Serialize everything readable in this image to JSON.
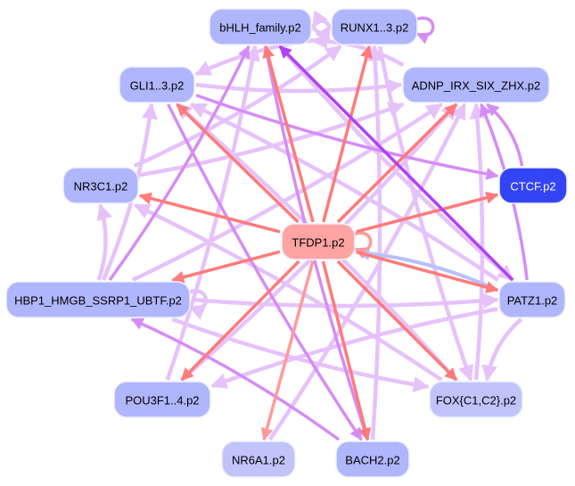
{
  "graph": {
    "type": "directed-network",
    "colors": {
      "node_default": "#b0b6fb",
      "node_light": "#c0c4fb",
      "node_dark": "#3344f5",
      "node_center": "#ffa3a3",
      "edge_red": "#ff7a7a",
      "edge_red_light": "#ff9a9a",
      "edge_purple_dark": "#b040f5",
      "edge_purple": "#d58cf7",
      "edge_lavender": "#e6c2fb",
      "edge_blue": "#b8c0f8",
      "text_dark": "#000000",
      "text_light": "#ffffff"
    },
    "nodes": [
      {
        "id": "bhlh",
        "label": "bHLH_family.p2",
        "fill": "node_default",
        "text": "text_dark"
      },
      {
        "id": "runx",
        "label": "RUNX1..3.p2",
        "fill": "node_default",
        "text": "text_dark"
      },
      {
        "id": "gli",
        "label": "GLI1..3.p2",
        "fill": "node_default",
        "text": "text_dark"
      },
      {
        "id": "adnp",
        "label": "ADNP_IRX_SIX_ZHX.p2",
        "fill": "node_default",
        "text": "text_dark"
      },
      {
        "id": "nr3c1",
        "label": "NR3C1.p2",
        "fill": "node_default",
        "text": "text_dark"
      },
      {
        "id": "ctcf",
        "label": "CTCF.p2",
        "fill": "node_dark",
        "text": "text_light"
      },
      {
        "id": "tfdp1",
        "label": "TFDP1.p2",
        "fill": "node_center",
        "text": "text_dark"
      },
      {
        "id": "hbp1",
        "label": "HBP1_HMGB_SSRP1_UBTF.p2",
        "fill": "node_default",
        "text": "text_dark"
      },
      {
        "id": "patz1",
        "label": "PATZ1.p2",
        "fill": "node_default",
        "text": "text_dark"
      },
      {
        "id": "pou3f",
        "label": "POU3F1..4.p2",
        "fill": "node_default",
        "text": "text_dark"
      },
      {
        "id": "fox",
        "label": "FOX{C1,C2}.p2",
        "fill": "node_light",
        "text": "text_dark"
      },
      {
        "id": "nr6a1",
        "label": "NR6A1.p2",
        "fill": "node_light",
        "text": "text_dark"
      },
      {
        "id": "bach2",
        "label": "BACH2.p2",
        "fill": "node_default",
        "text": "text_dark"
      }
    ],
    "edges": [
      {
        "from": "tfdp1",
        "to": "gli",
        "color": "edge_red"
      },
      {
        "from": "tfdp1",
        "to": "bhlh",
        "color": "edge_red"
      },
      {
        "from": "tfdp1",
        "to": "runx",
        "color": "edge_red"
      },
      {
        "from": "tfdp1",
        "to": "adnp",
        "color": "edge_red"
      },
      {
        "from": "tfdp1",
        "to": "nr3c1",
        "color": "edge_red"
      },
      {
        "from": "tfdp1",
        "to": "ctcf",
        "color": "edge_red"
      },
      {
        "from": "tfdp1",
        "to": "hbp1",
        "color": "edge_red"
      },
      {
        "from": "tfdp1",
        "to": "patz1",
        "color": "edge_red"
      },
      {
        "from": "tfdp1",
        "to": "pou3f",
        "color": "edge_red"
      },
      {
        "from": "tfdp1",
        "to": "nr6a1",
        "color": "edge_red_light"
      },
      {
        "from": "tfdp1",
        "to": "bach2",
        "color": "edge_red"
      },
      {
        "from": "tfdp1",
        "to": "fox",
        "color": "edge_red"
      },
      {
        "from": "tfdp1",
        "to": "tfdp1",
        "color": "edge_red_light",
        "self": true
      },
      {
        "from": "patz1",
        "to": "tfdp1",
        "color": "edge_blue"
      },
      {
        "from": "patz1",
        "to": "bhlh",
        "color": "edge_purple_dark"
      },
      {
        "from": "patz1",
        "to": "adnp",
        "color": "edge_purple"
      },
      {
        "from": "patz1",
        "to": "gli",
        "color": "edge_lavender"
      },
      {
        "from": "patz1",
        "to": "fox",
        "color": "edge_lavender"
      },
      {
        "from": "patz1",
        "to": "pou3f",
        "color": "edge_lavender"
      },
      {
        "from": "runx",
        "to": "runx",
        "color": "edge_purple",
        "self": true
      },
      {
        "from": "runx",
        "to": "bhlh",
        "color": "edge_lavender"
      },
      {
        "from": "bhlh",
        "to": "runx",
        "color": "edge_lavender"
      },
      {
        "from": "runx",
        "to": "gli",
        "color": "edge_lavender"
      },
      {
        "from": "runx",
        "to": "fox",
        "color": "edge_lavender"
      },
      {
        "from": "bhlh",
        "to": "patz1",
        "color": "edge_lavender"
      },
      {
        "from": "bhlh",
        "to": "bach2",
        "color": "edge_purple"
      },
      {
        "from": "gli",
        "to": "adnp",
        "color": "edge_lavender"
      },
      {
        "from": "gli",
        "to": "ctcf",
        "color": "edge_purple"
      },
      {
        "from": "gli",
        "to": "bach2",
        "color": "edge_purple"
      },
      {
        "from": "ctcf",
        "to": "adnp",
        "color": "edge_purple"
      },
      {
        "from": "hbp1",
        "to": "gli",
        "color": "edge_lavender"
      },
      {
        "from": "hbp1",
        "to": "bhlh",
        "color": "edge_purple"
      },
      {
        "from": "hbp1",
        "to": "nr3c1",
        "color": "edge_lavender"
      },
      {
        "from": "hbp1",
        "to": "adnp",
        "color": "edge_lavender"
      },
      {
        "from": "hbp1",
        "to": "patz1",
        "color": "edge_lavender"
      },
      {
        "from": "hbp1",
        "to": "fox",
        "color": "edge_lavender"
      },
      {
        "from": "hbp1",
        "to": "hbp1",
        "color": "edge_lavender",
        "self": true
      },
      {
        "from": "pou3f",
        "to": "bhlh",
        "color": "edge_lavender"
      },
      {
        "from": "pou3f",
        "to": "adnp",
        "color": "edge_lavender"
      },
      {
        "from": "fox",
        "to": "gli",
        "color": "edge_lavender"
      },
      {
        "from": "fox",
        "to": "adnp",
        "color": "edge_lavender"
      },
      {
        "from": "fox",
        "to": "nr3c1",
        "color": "edge_lavender"
      },
      {
        "from": "bach2",
        "to": "runx",
        "color": "edge_lavender"
      },
      {
        "from": "bach2",
        "to": "hbp1",
        "color": "edge_purple"
      },
      {
        "from": "nr6a1",
        "to": "adnp",
        "color": "edge_lavender"
      },
      {
        "from": "nr3c1",
        "to": "adnp",
        "color": "edge_lavender"
      },
      {
        "from": "nr3c1",
        "to": "runx",
        "color": "edge_lavender"
      },
      {
        "from": "adnp",
        "to": "bhlh",
        "color": "edge_lavender"
      }
    ]
  }
}
